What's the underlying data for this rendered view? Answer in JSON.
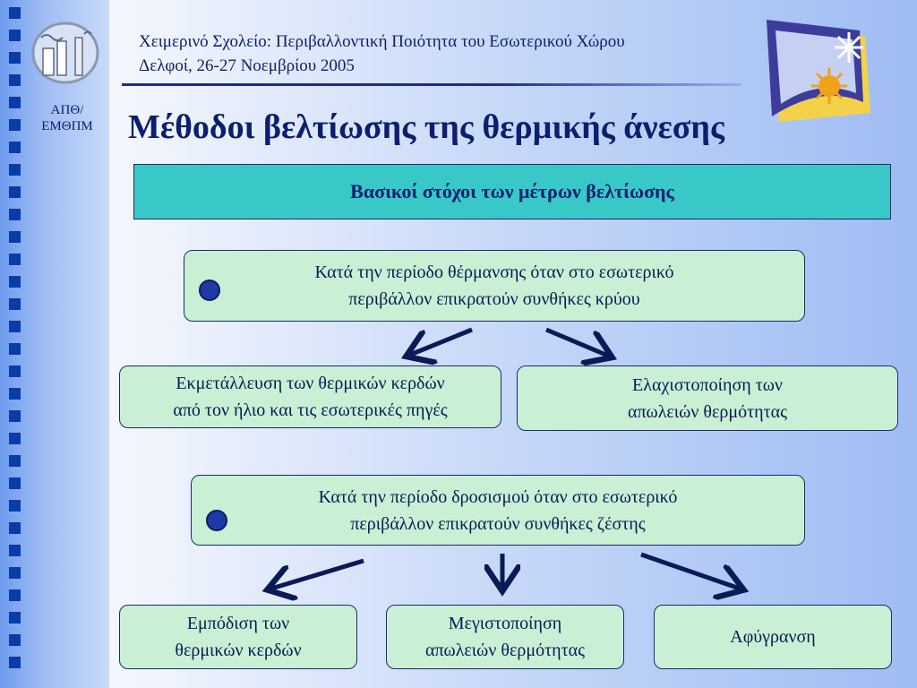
{
  "header": {
    "line1": "Χειμερινό Σχολείο: Περιβαλλοντική Ποιότητα του Εσωτερικού Χώρου",
    "line2": "Δελφοί, 26-27 Νοεμβρίου 2005"
  },
  "sidebar": {
    "label_line1": "ΑΠΘ/",
    "label_line2": "ΕΜΘΠΜ"
  },
  "title": "Μέθοδοι βελτίωσης της θερμικής άνεσης",
  "goals_banner": "Βασικοί στόχοι των μέτρων βελτίωσης",
  "heating": {
    "line1": "Κατά την περίοδο θέρμανσης όταν στο εσωτερικό",
    "line2": "περιβάλλον επικρατούν συνθήκες κρύου",
    "options": [
      {
        "line1": "Εκμετάλλευση των θερμικών κερδών",
        "line2": "από τον ήλιο και τις εσωτερικές πηγές"
      },
      {
        "line1": "Ελαχιστοποίηση των",
        "line2": "απωλειών θερμότητας"
      }
    ]
  },
  "cooling": {
    "line1": "Κατά την περίοδο δροσισμού όταν στο εσωτερικό",
    "line2": "περιβάλλον επικρατούν συνθήκες ζέστης",
    "options": [
      {
        "line1": "Εμπόδιση των",
        "line2": "θερμικών κερδών"
      },
      {
        "line1": "Μεγιστοποίηση",
        "line2": "απωλειών θερμότητας"
      },
      {
        "line1": "Αφύγρανση"
      }
    ]
  },
  "colors": {
    "accent_dark": "#0b1f6e",
    "banner": "#38c8c8",
    "box_fill": "#c9f0d4",
    "bullet": "#1e3aa8"
  },
  "icons": {
    "university_logo": "building-factory-logo-icon",
    "winter_school_logo": "snowflake-sun-logo-icon"
  }
}
